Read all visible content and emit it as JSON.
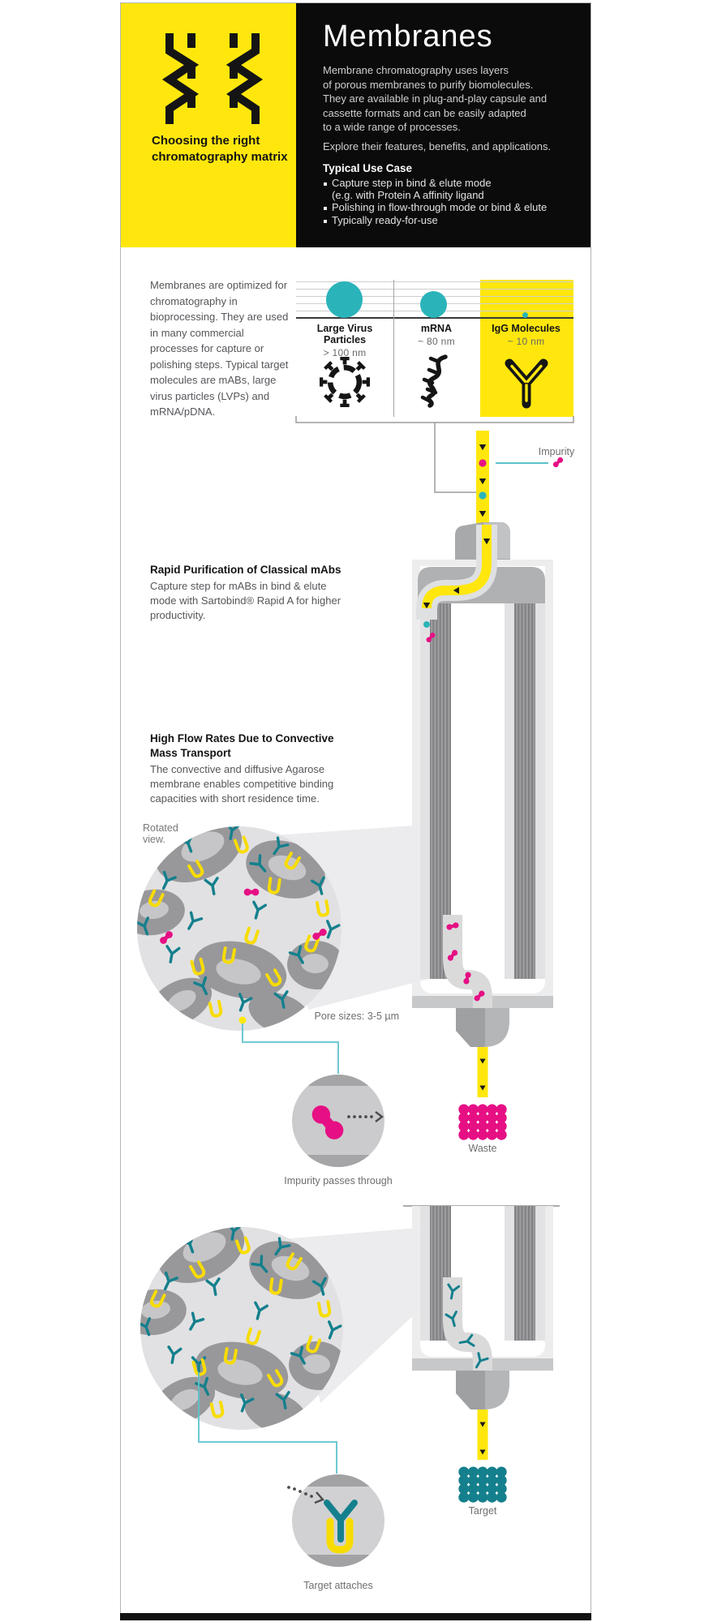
{
  "page": {
    "badge": {
      "label": "Choosing the right\nchromatography matrix"
    },
    "intro": {
      "title": "Membranes",
      "body": "Membrane chromatography uses layers\nof porous membranes to purify biomolecules.\nThey are available in plug-and-play capsule and\ncassette formats and can be easily adapted\nto a wide range of processes.",
      "explore": "Explore their features, benefits, and applications.",
      "use_case_title": "Typical Use Case",
      "bullets": [
        "Capture step in bind & elute mode\n(e.g. with Protein A affinity ligand",
        "Polishing in flow-through mode or bind & elute",
        "Typically ready-for-use"
      ]
    },
    "overview": "Membranes are optimized for chromatography in bioprocessing. They are used in many commercial processes for capture or polishing steps. Typical target molecules are mABs, large virus particles (LVPs) and mRNA/pDNA.",
    "size_chart": {
      "columns": [
        {
          "label": "Large Virus Particles",
          "size": ">  100 nm",
          "icon": "virus-icon"
        },
        {
          "label": "mRNA",
          "size": "~ 80 nm",
          "icon": "mrna-icon"
        },
        {
          "label": "IgG Molecules",
          "size": "~ 10 nm",
          "icon": "antibody-icon"
        }
      ]
    },
    "sections": {
      "rapid": {
        "title": "Rapid Purification of Classical mAbs",
        "body": "Capture step for mABs in bind & elute mode with Sartobind® Rapid A for higher productivity."
      },
      "flow": {
        "title": "High Flow Rates Due to Convective Mass Transport",
        "body": "The convective and diffusive Agarose membrane enables competitive binding capacities with short residence time."
      }
    },
    "callouts": {
      "impurity": "Impurity",
      "rotated_view": "Rotated view.",
      "pore_sizes": "Pore sizes: 3-5 µm",
      "impurity_passes": "Impurity passes through",
      "target_attaches": "Target attaches",
      "waste": "Waste",
      "target": "Target"
    },
    "colors": {
      "yellow": "#ffe70d",
      "teal": "#2ab4ba",
      "teal_dark": "#15808d",
      "teal_line": "#5ec2cc",
      "magenta": "#e60f84",
      "ligand_yellow": "#f8dc00"
    }
  }
}
